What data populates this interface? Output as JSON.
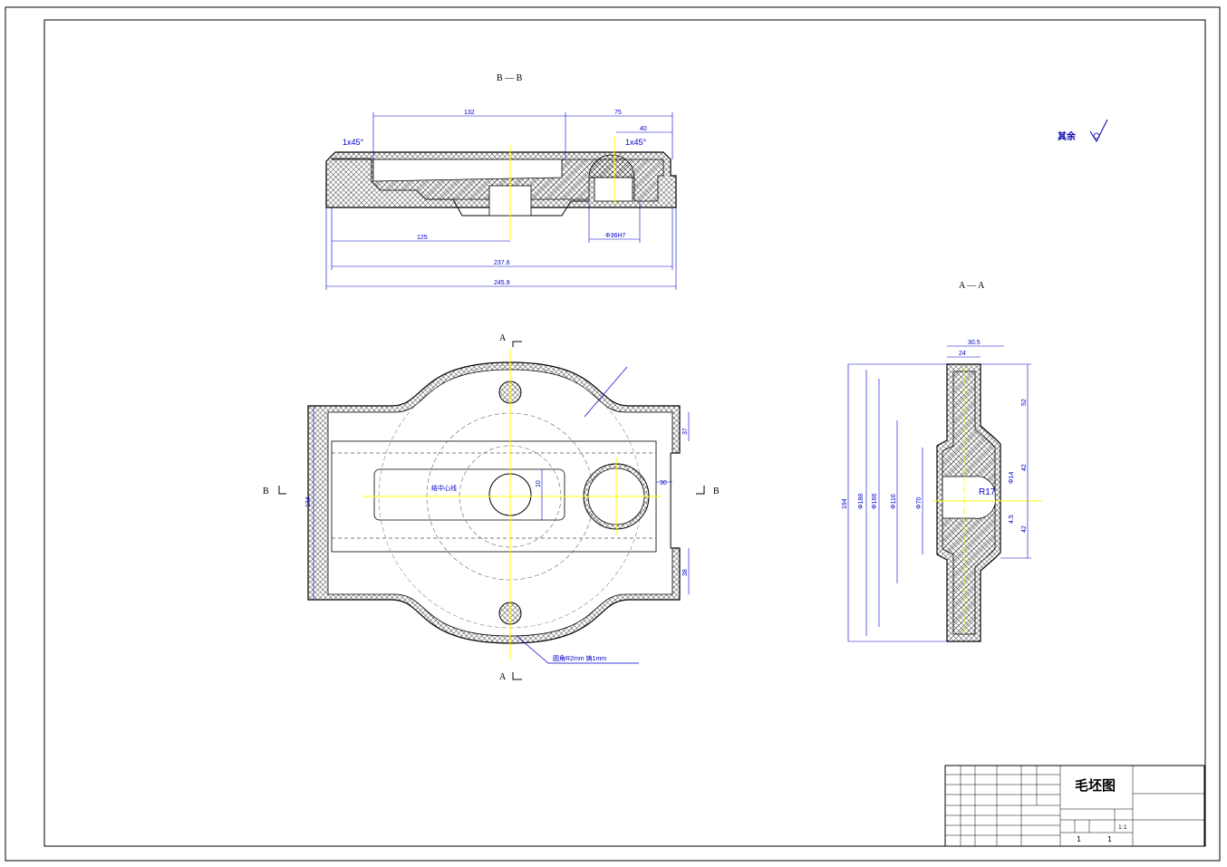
{
  "views": {
    "section_bb": {
      "title": "B — B",
      "chamfer_left": "1x45°",
      "chamfer_right": "1x45°",
      "dims": [
        "132",
        "75",
        "40",
        "125",
        "237.6",
        "245.9",
        "Φ36H7"
      ]
    },
    "plan": {
      "mark_a_top": "A",
      "mark_a_bottom": "A",
      "mark_b_left": "B",
      "mark_b_right": "B",
      "dims": [
        "37",
        "10",
        "30",
        "134",
        "38"
      ],
      "center_label": "结中心线",
      "leader_note": "圆角R2mm  铸1mm"
    },
    "section_aa": {
      "title": "A — A",
      "radius": "R17",
      "dims": [
        "30.5",
        "24",
        "Φ188",
        "Φ166",
        "Φ116",
        "Φ70",
        "194",
        "52",
        "42",
        "4.5",
        "42",
        "Φ14"
      ]
    }
  },
  "surface_note": {
    "text": "其余"
  },
  "title_block": {
    "drawing_name": "毛坯图",
    "scale": "1:1",
    "sheet_total": "1",
    "sheet_no": "1"
  },
  "colors": {
    "outline": "#000000",
    "center": "#ffff00",
    "dimension": "#0000cc",
    "hatch": "#000000",
    "cyan": "#00aaaa"
  }
}
